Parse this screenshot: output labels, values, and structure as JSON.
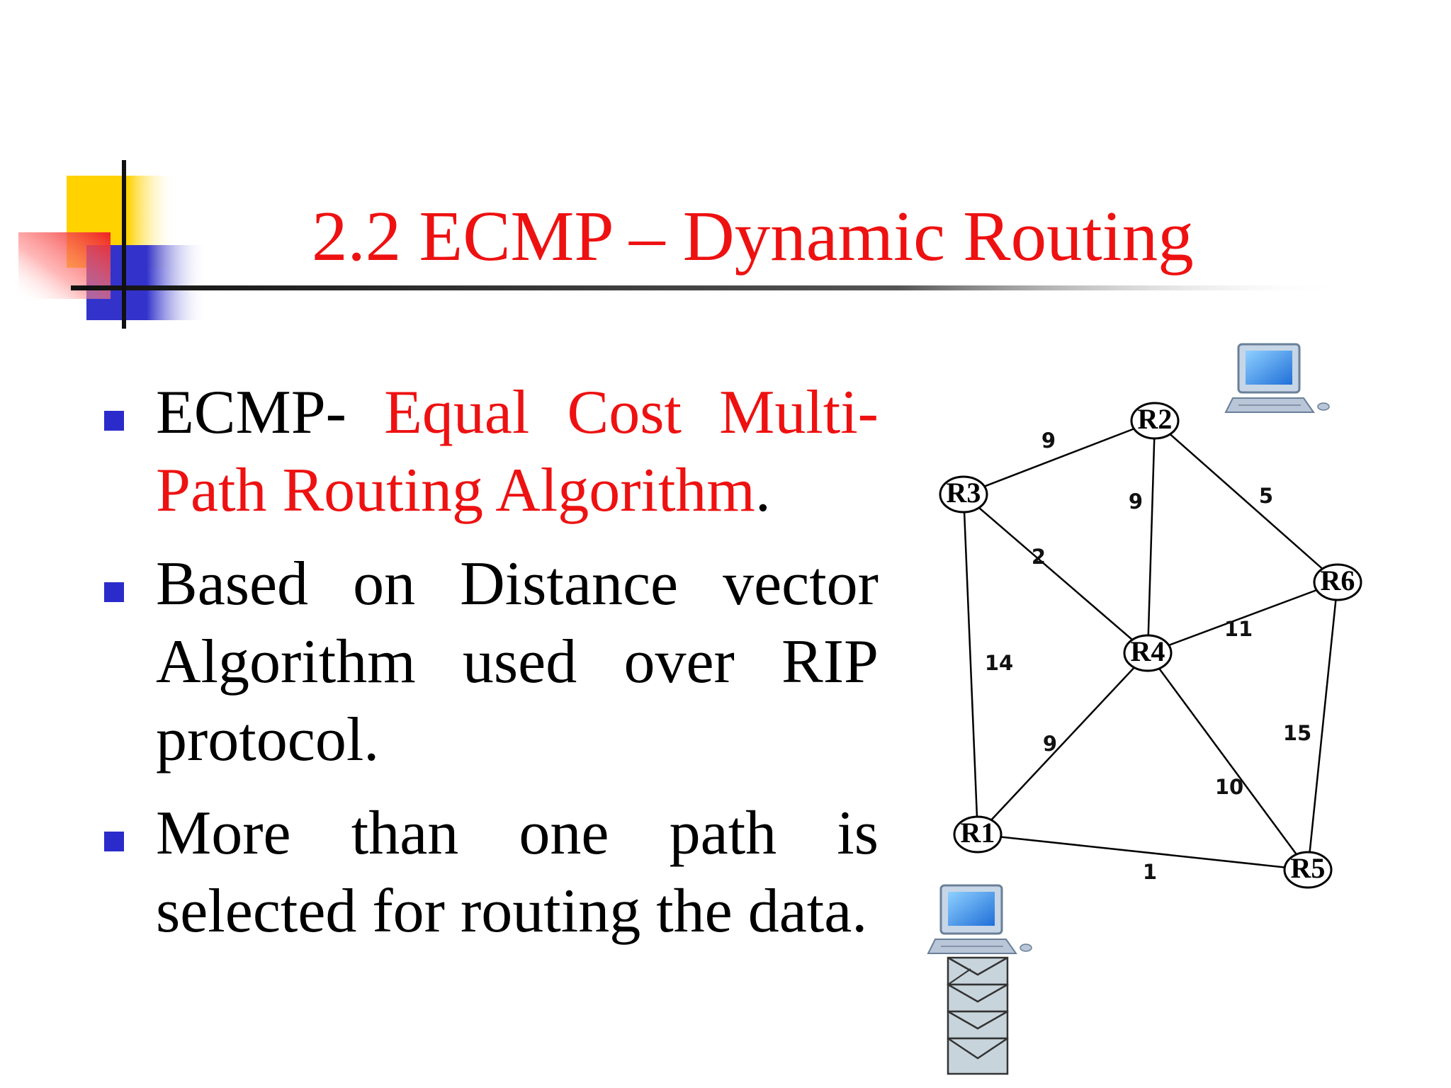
{
  "slide": {
    "title": "2.2 ECMP – Dynamic Routing",
    "bullets": [
      {
        "parts": [
          "ECMP- ",
          "Equal Cost Multi-Path Routing Algorithm",
          "."
        ]
      },
      {
        "parts": [
          "Based on Distance vector Algorithm used over RIP protocol."
        ]
      },
      {
        "parts": [
          "More than one path is selected for routing the data."
        ]
      }
    ]
  },
  "colors": {
    "title": "#ee1111",
    "highlight": "#ee1111",
    "bullet_marker": "#2b2bcc",
    "deco_yellow": "#ffd200",
    "deco_blue": "#3333cc",
    "deco_red": "#ee2222"
  },
  "network": {
    "nodes": [
      {
        "id": "R1",
        "label": "R1"
      },
      {
        "id": "R2",
        "label": "R2"
      },
      {
        "id": "R3",
        "label": "R3"
      },
      {
        "id": "R4",
        "label": "R4"
      },
      {
        "id": "R5",
        "label": "R5"
      },
      {
        "id": "R6",
        "label": "R6"
      }
    ],
    "edges": [
      {
        "from": "R3",
        "to": "R2",
        "weight": "9"
      },
      {
        "from": "R2",
        "to": "R6",
        "weight": "5"
      },
      {
        "from": "R2",
        "to": "R4",
        "weight": "9"
      },
      {
        "from": "R3",
        "to": "R4",
        "weight": "2"
      },
      {
        "from": "R6",
        "to": "R4",
        "weight": "11"
      },
      {
        "from": "R3",
        "to": "R1",
        "weight": "14"
      },
      {
        "from": "R6",
        "to": "R5",
        "weight": "15"
      },
      {
        "from": "R4",
        "to": "R1",
        "weight": "9"
      },
      {
        "from": "R4",
        "to": "R5",
        "weight": "10"
      },
      {
        "from": "R1",
        "to": "R5",
        "weight": "1"
      }
    ],
    "icons": [
      "computer-icon",
      "computer-icon",
      "packet-stack-icon"
    ]
  }
}
